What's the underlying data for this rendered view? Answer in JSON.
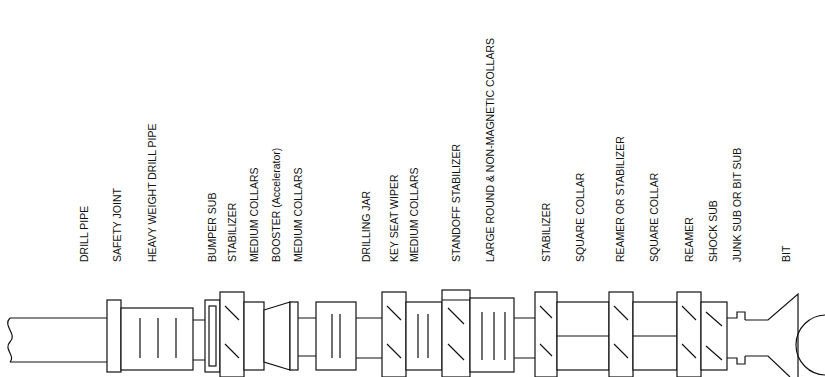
{
  "diagram": {
    "labels": [
      "DRILL PIPE",
      "SAFETY JOINT",
      "HEAVY WEIGHT DRILL PIPE",
      "BUMPER SUB",
      "STABILIZER",
      "MEDIUM COLLARS",
      "BOOSTER (Accelerator)",
      "MEDIUM COLLARS",
      "DRILLING JAR",
      "KEY SEAT WIPER",
      "MEDIUM COLLARS",
      "STANDOFF STABILIZER",
      "LARGE ROUND & NON-MAGNETIC COLLARS",
      "STABILIZER",
      "SQUARE COLLAR",
      "REAMER OR STABILIZER",
      "SQUARE COLLAR",
      "REAMER",
      "SHOCK SUB",
      "JUNK SUB OR BIT SUB",
      "BIT"
    ]
  }
}
